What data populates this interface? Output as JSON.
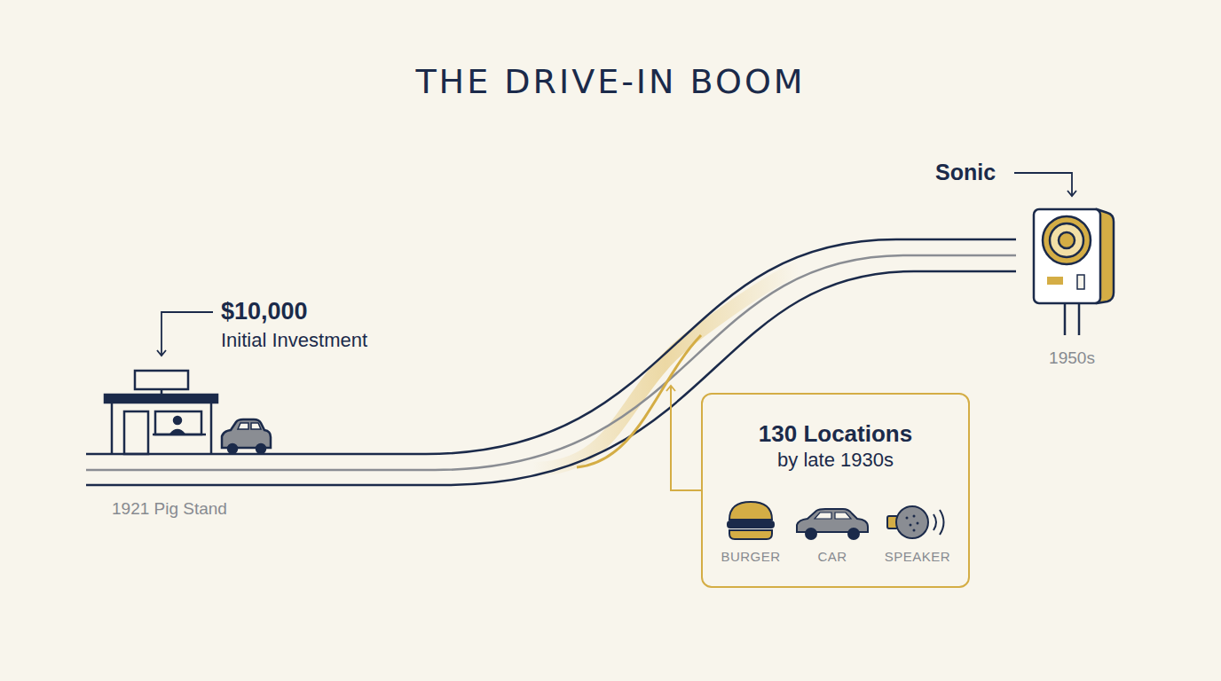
{
  "diagram": {
    "title": "THE DRIVE-IN BOOM",
    "nodes": [
      {
        "text": [
          "130 Locations",
          "by late 1930s"
        ]
      }
    ],
    "labels": [
      "$10,000",
      "Initial Investment",
      "1921 Pig Stand",
      "Sonic",
      "1950s",
      "BURGER",
      "CAR",
      "SPEAKER"
    ]
  }
}
